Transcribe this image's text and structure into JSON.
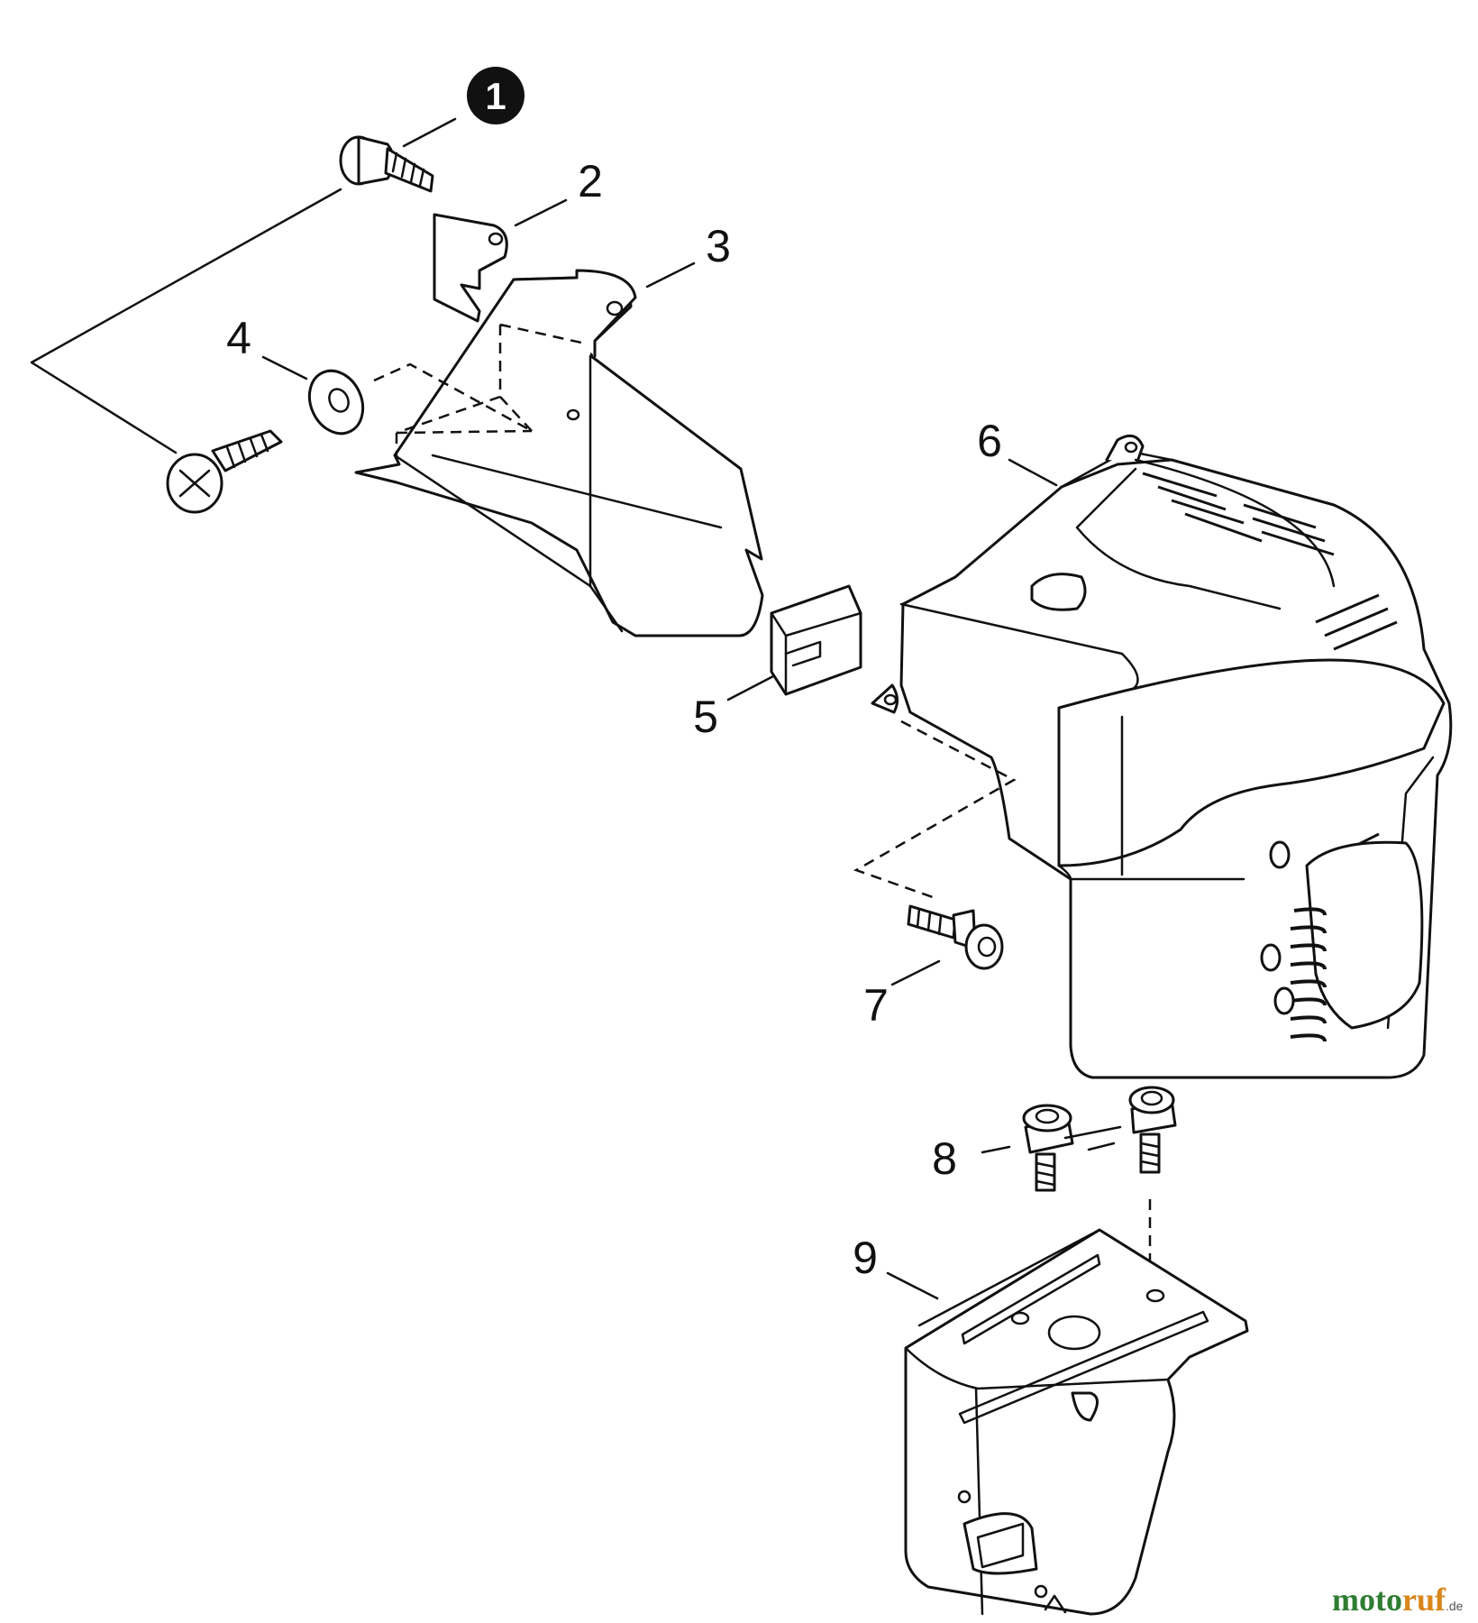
{
  "diagram": {
    "badge": "1",
    "parts": [
      {
        "num": "2"
      },
      {
        "num": "3"
      },
      {
        "num": "4"
      },
      {
        "num": "5"
      },
      {
        "num": "6"
      },
      {
        "num": "7"
      },
      {
        "num": "8"
      },
      {
        "num": "9"
      }
    ]
  },
  "watermark": {
    "part1": "moto",
    "part2": "ruf",
    "suffix": ".de"
  },
  "colors": {
    "line": "#111111",
    "watermark_green": "#2f7d32",
    "watermark_orange": "#d9861c"
  }
}
